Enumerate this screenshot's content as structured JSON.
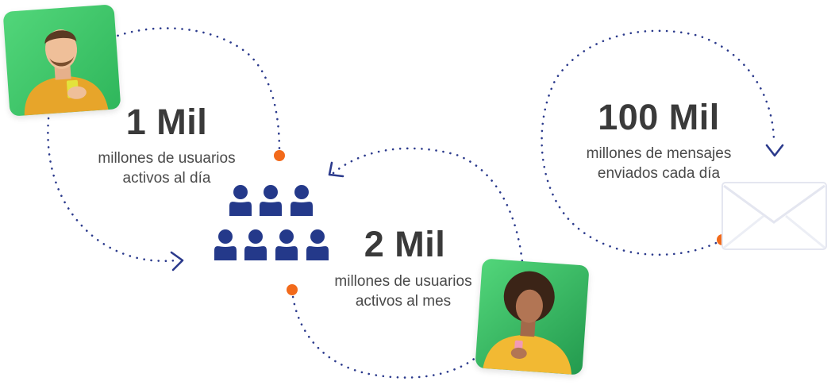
{
  "stats": [
    {
      "value": "1 Mil",
      "label_line1": "millones de usuarios",
      "label_line2": "activos al día"
    },
    {
      "value": "2 Mil",
      "label_line1": "millones de usuarios",
      "label_line2": "activos al mes"
    },
    {
      "value": "100 Mil",
      "label_line1": "millones de mensajes",
      "label_line2": "enviados cada día"
    }
  ],
  "colors": {
    "dots": "#2b3a8c",
    "accent_dot": "#f26a1b",
    "people": "#24398a",
    "photo_bg": "#3fcf6f",
    "text": "#3a3a3a"
  },
  "icons": [
    "man-with-phone-photo",
    "woman-with-phone-photo",
    "people-group-icon",
    "envelope-icon",
    "arrow-icon"
  ]
}
